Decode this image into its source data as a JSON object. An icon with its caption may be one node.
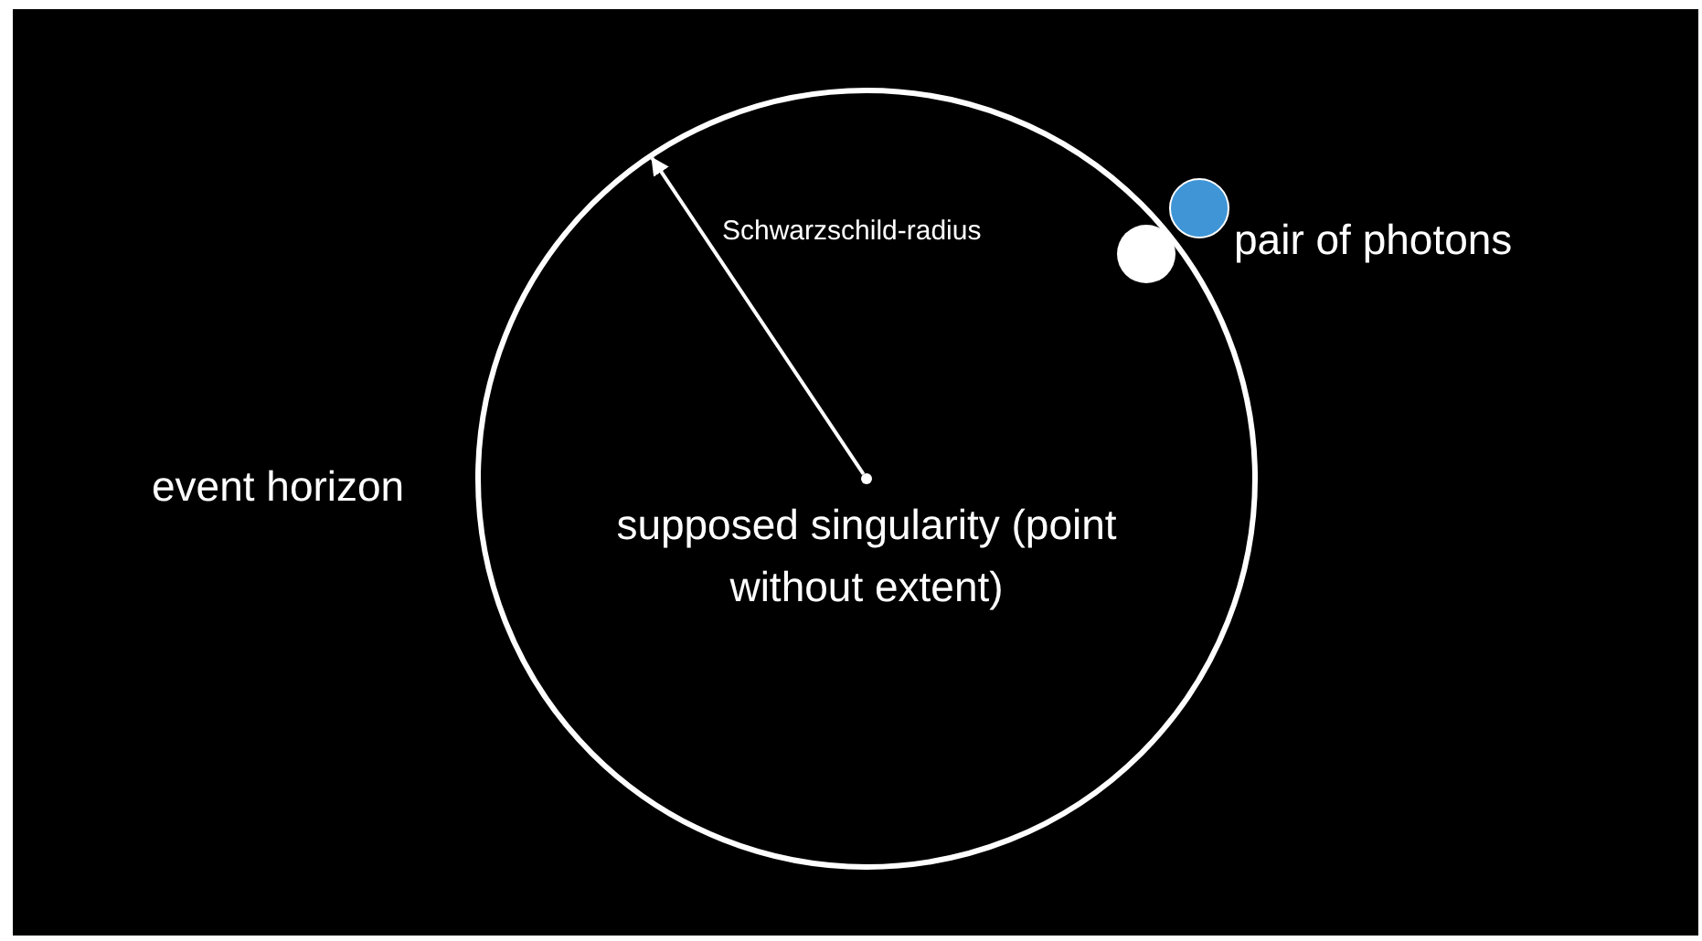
{
  "diagram": {
    "nodes": [
      {
        "text": [],
        "shape": "circle",
        "beside": [
          "event horizon"
        ]
      },
      {
        "text": [],
        "shape": "circle",
        "in": 0,
        "beside": [
          "supposed singularity (point without extent)"
        ]
      }
    ],
    "edges": [
      {
        "from": 1,
        "to": 0,
        "arrow": "to",
        "label": "Schwarzschild-radius"
      }
    ],
    "labels": [
      "pair of photons"
    ]
  }
}
